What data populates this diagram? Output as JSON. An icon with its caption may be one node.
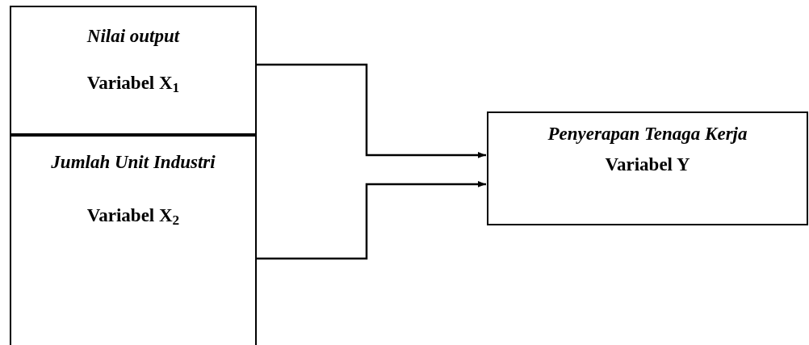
{
  "diagram": {
    "nodes": [
      {
        "text": [
          "Nilai output",
          "Variabel X$_{1}$"
        ]
      },
      {
        "text": [
          "Jumlah Unit Industri",
          "Variabel X$_{2}$"
        ]
      },
      {
        "text": [
          "Penyerapan Tenaga Kerja",
          "Variabel Y"
        ]
      }
    ],
    "edges": [
      {
        "from": 0,
        "to": 2,
        "arrow": "to"
      },
      {
        "from": 1,
        "to": 2,
        "arrow": "to"
      }
    ]
  }
}
